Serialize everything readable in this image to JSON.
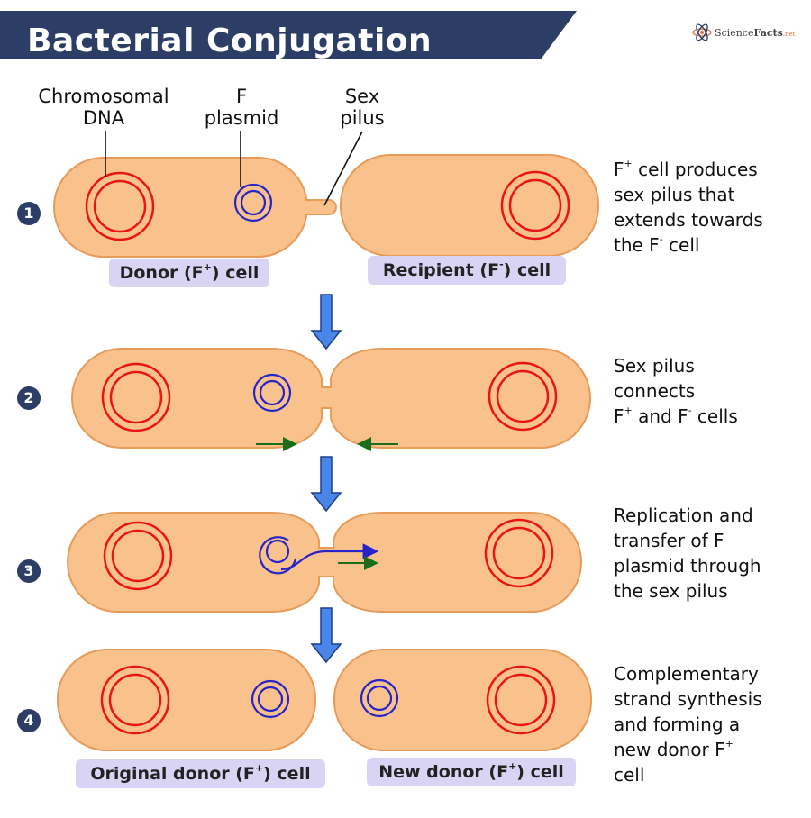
{
  "title": "Bacterial Conjugation",
  "logo": {
    "name": "Science",
    "accent": "Facts",
    "suffix": ".net"
  },
  "labels": {
    "chromosomal_dna": [
      "Chromosomal",
      "DNA"
    ],
    "f_plasmid": [
      "F",
      "plasmid"
    ],
    "sex_pilus": [
      "Sex",
      "pilus"
    ]
  },
  "cell_labels": {
    "donor": {
      "pre": "Donor (F",
      "sup": "+",
      "post": ") cell"
    },
    "recipient": {
      "pre": "Recipient (F",
      "sup": "-",
      "post": ") cell"
    },
    "original_donor": {
      "pre": "Original donor (F",
      "sup": "+",
      "post": ") cell"
    },
    "new_donor": {
      "pre": "New donor (F",
      "sup": "+",
      "post": ") cell"
    }
  },
  "steps": [
    {
      "number": "1",
      "description": {
        "l1_pre": "F",
        "l1_sup": "+",
        "l1_post": " cell produces",
        "l2": "sex pilus that",
        "l3": "extends towards",
        "l4_pre": "the F",
        "l4_sup": "-",
        "l4_post": " cell"
      }
    },
    {
      "number": "2",
      "description": {
        "l1": "Sex pilus",
        "l2": "connects",
        "l3_a": "F",
        "l3_a_sup": "+",
        "l3_b": " and F",
        "l3_b_sup": "-",
        "l3_c": " cells"
      }
    },
    {
      "number": "3",
      "description": {
        "l1": "Replication and",
        "l2": "transfer of F",
        "l3": "plasmid through",
        "l4": "the sex pilus"
      }
    },
    {
      "number": "4",
      "description": {
        "l1": "Complementary",
        "l2": "strand synthesis",
        "l3": "and forming a",
        "l4_pre": "new donor F",
        "l4_sup": "+",
        "l5": "cell"
      }
    }
  ],
  "colors": {
    "banner": "#2c3e66",
    "cell_fill": "#f9c18b",
    "cell_stroke": "#e89b59",
    "chromosome": "#e8141a",
    "plasmid": "#2424c8",
    "down_arrow": "#4a86e8",
    "green_arrow": "#1a6e1a",
    "pill": "#d9d4f4",
    "step_circle": "#2c3e66"
  }
}
